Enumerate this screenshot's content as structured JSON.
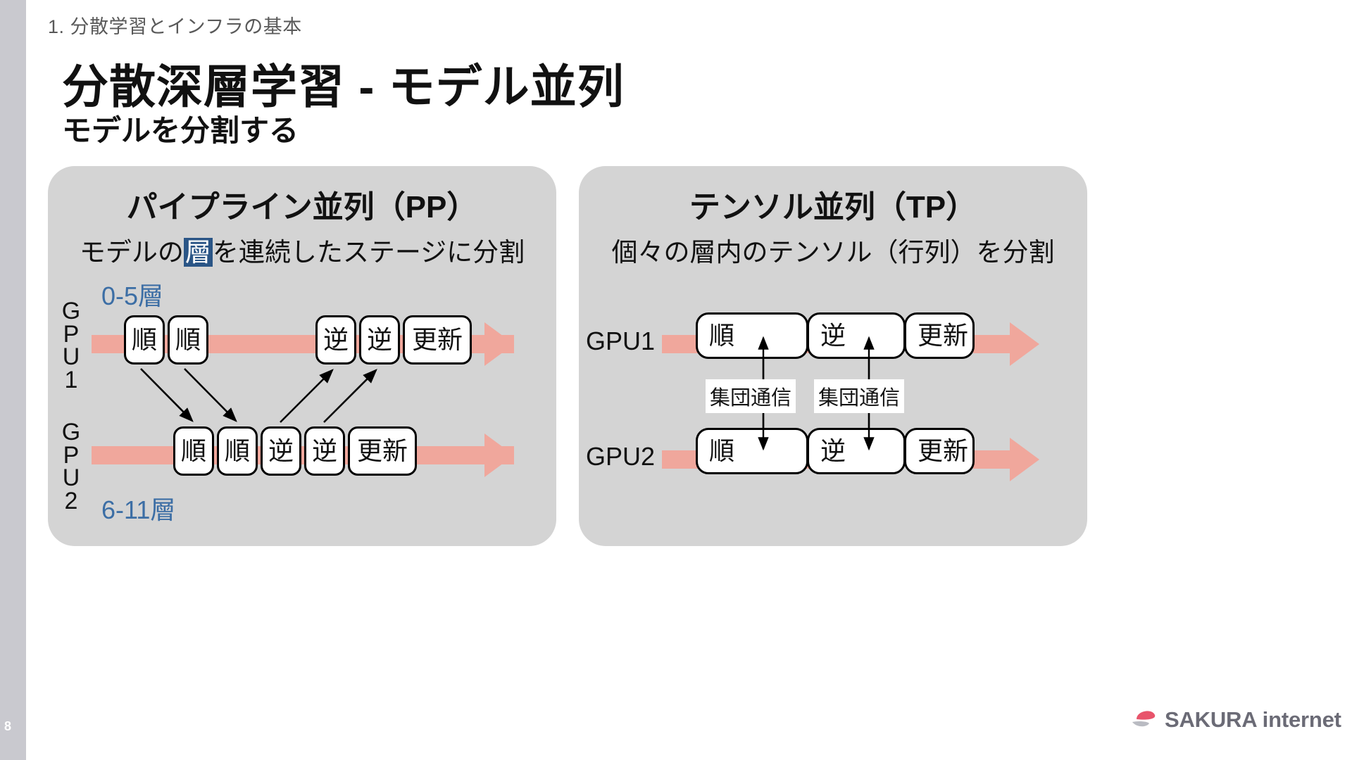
{
  "slide": {
    "page_number": "8",
    "eyebrow": "1. 分散学習とインフラの基本",
    "title": "分散深層学習 - モデル並列",
    "subtitle": "モデルを分割する"
  },
  "panels": {
    "pipeline": {
      "title": "パイプライン並列（PP）",
      "desc_before": "モデルの",
      "desc_highlight": "層",
      "desc_after": "を連続したステージに分割",
      "highlight_color": "#2a5586",
      "rows": [
        {
          "gpu_label": "GPU1",
          "gpu_label_chars": [
            "G",
            "P",
            "U",
            "1"
          ],
          "layer_tag": "0-5層",
          "layer_tag_color": "#3c6ea5",
          "nodes": [
            "順",
            "順",
            "逆",
            "逆",
            "更新"
          ]
        },
        {
          "gpu_label": "GPU2",
          "gpu_label_chars": [
            "G",
            "P",
            "U",
            "2"
          ],
          "layer_tag": "6-11層",
          "layer_tag_color": "#3c6ea5",
          "nodes": [
            "順",
            "順",
            "逆",
            "逆",
            "更新"
          ]
        }
      ],
      "pipe_color": "#f0a79c"
    },
    "tensor": {
      "title": "テンソル並列（TP）",
      "desc": "個々の層内のテンソル（行列）を分割",
      "rows": [
        {
          "gpu_label": "GPU1",
          "nodes": [
            "順",
            "逆",
            "更新"
          ]
        },
        {
          "gpu_label": "GPU2",
          "nodes": [
            "順",
            "逆",
            "更新"
          ]
        }
      ],
      "comm_labels": [
        "集団通信",
        "集団通信"
      ],
      "pipe_color": "#f0a79c"
    }
  },
  "branding": {
    "logo_text": "SAKURA internet",
    "logo_accent": "#e8546b",
    "logo_text_color": "#6b6b76"
  }
}
